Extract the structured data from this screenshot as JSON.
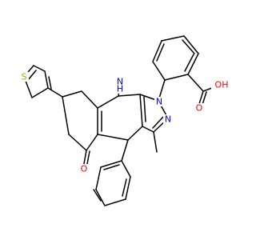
{
  "atoms": {
    "S": {
      "text": "S",
      "color": "#b3a400"
    },
    "N_H": {
      "text": "N",
      "color": "#0000ff"
    },
    "H": {
      "text": "H",
      "color": "#0000ff"
    },
    "N1": {
      "text": "N",
      "color": "#0000ff"
    },
    "N2": {
      "text": "N",
      "color": "#0000ff"
    },
    "O_ketone": {
      "text": "O",
      "color": "#ff0000"
    },
    "O_carbonyl": {
      "text": "O",
      "color": "#ff0000"
    },
    "OH": {
      "text": "OH",
      "color": "#ff0000"
    }
  }
}
